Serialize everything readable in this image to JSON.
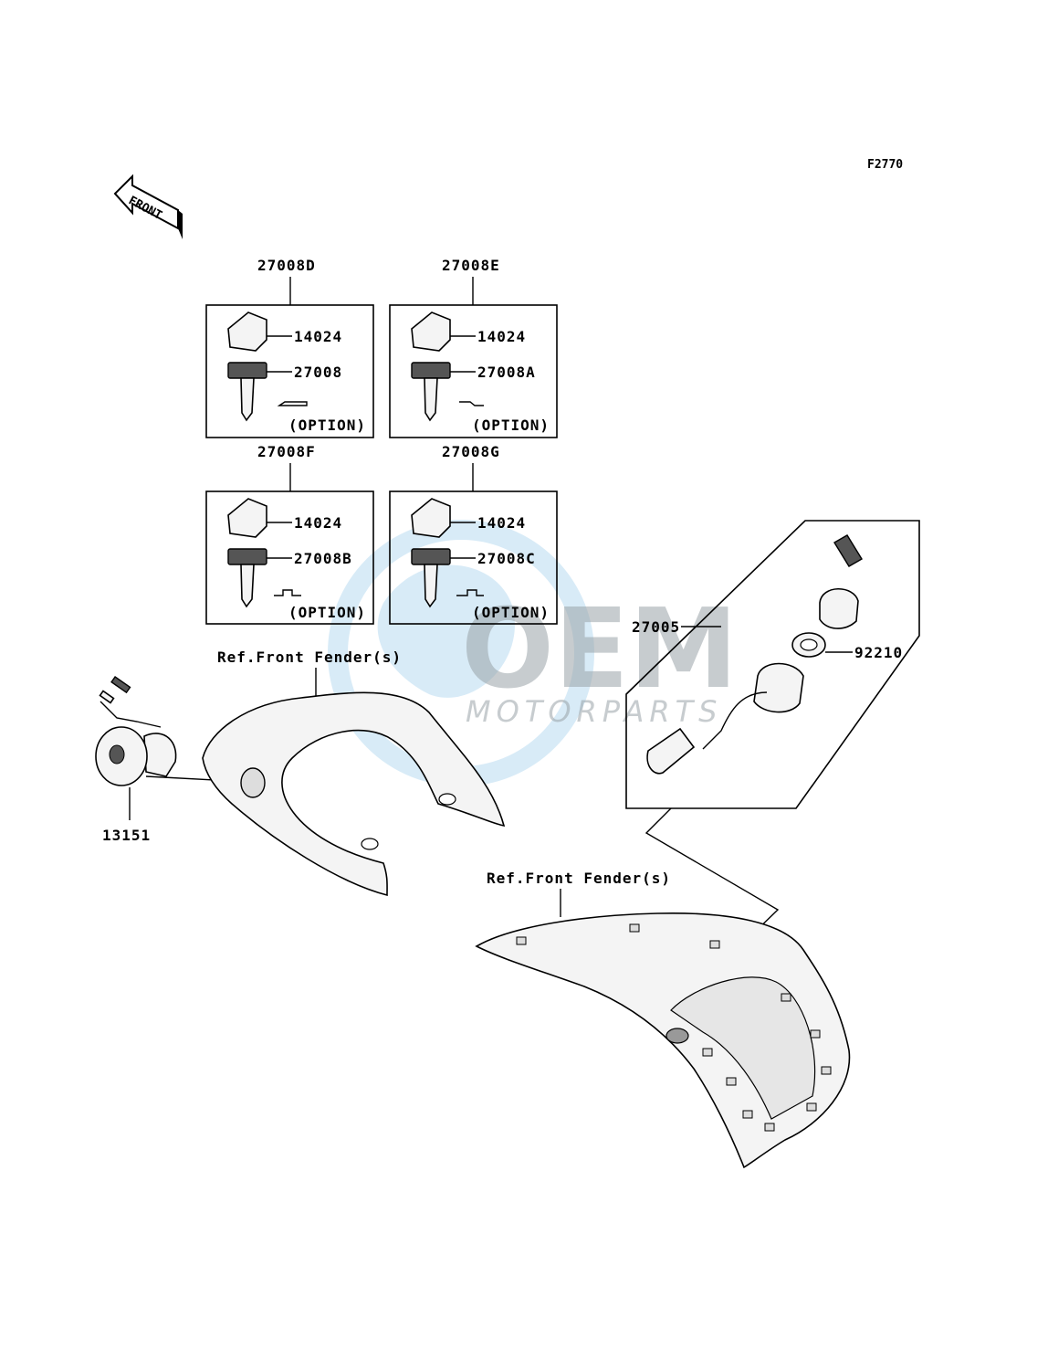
{
  "figure_code": "F2770",
  "front_arrow_label": "FRONT",
  "watermark": {
    "brand": "OEM",
    "subtitle": "MOTORPARTS"
  },
  "key_sets": [
    {
      "set_number": "27008D",
      "knob_part": "14024",
      "key_part": "27008",
      "note": "(OPTION)"
    },
    {
      "set_number": "27008E",
      "knob_part": "14024",
      "key_part": "27008A",
      "note": "(OPTION)"
    },
    {
      "set_number": "27008F",
      "knob_part": "14024",
      "key_part": "27008B",
      "note": "(OPTION)"
    },
    {
      "set_number": "27008G",
      "knob_part": "14024",
      "key_part": "27008C",
      "note": "(OPTION)"
    }
  ],
  "ignition_assembly": {
    "part": "27005",
    "nut_part": "92210"
  },
  "lock_cylinder_part": "13151",
  "reference_labels": [
    "Ref.Front Fender(s)",
    "Ref.Front Fender(s)"
  ]
}
